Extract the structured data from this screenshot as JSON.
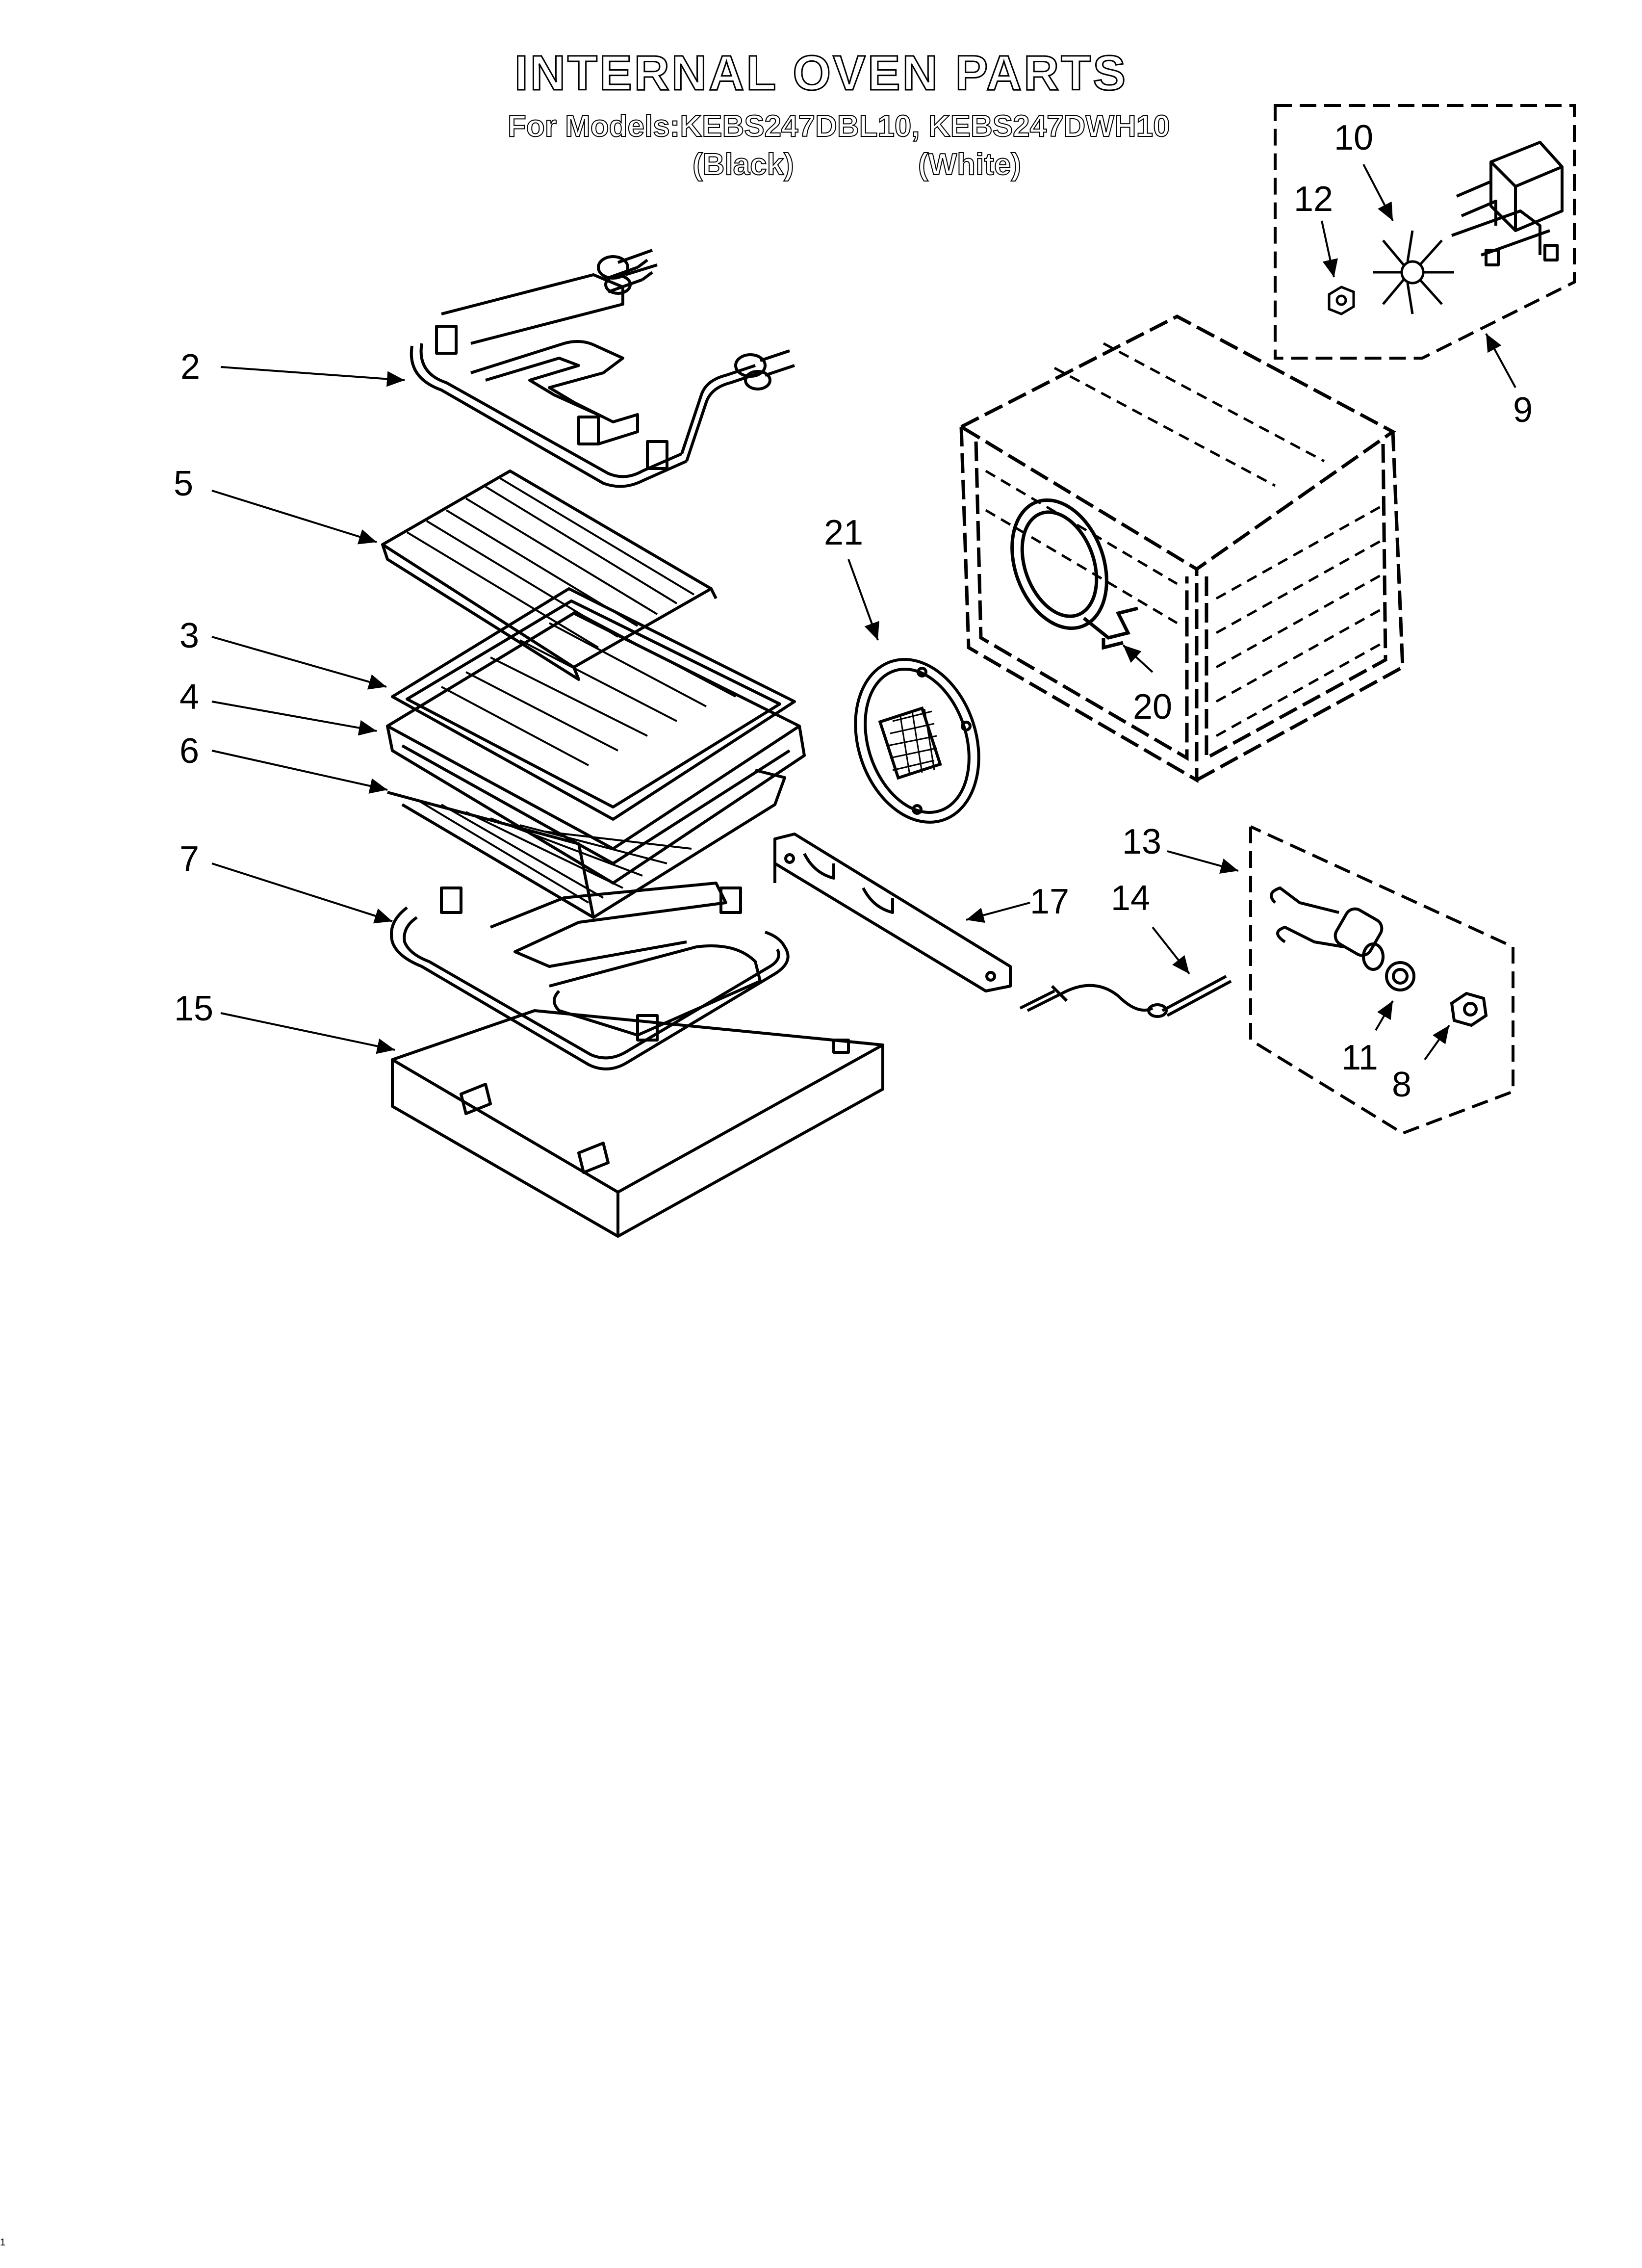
{
  "header": {
    "title": "INTERNAL OVEN PARTS",
    "models_line": "For Models:KEBS247DBL10, KEBS247DWH10",
    "color_black": "(Black)",
    "color_white": "(White)"
  },
  "callouts": [
    "2",
    "5",
    "3",
    "4",
    "6",
    "7",
    "15",
    "21",
    "20",
    "17",
    "13",
    "14",
    "11",
    "8",
    "9",
    "10",
    "12"
  ],
  "footer": {
    "mark": "1"
  }
}
